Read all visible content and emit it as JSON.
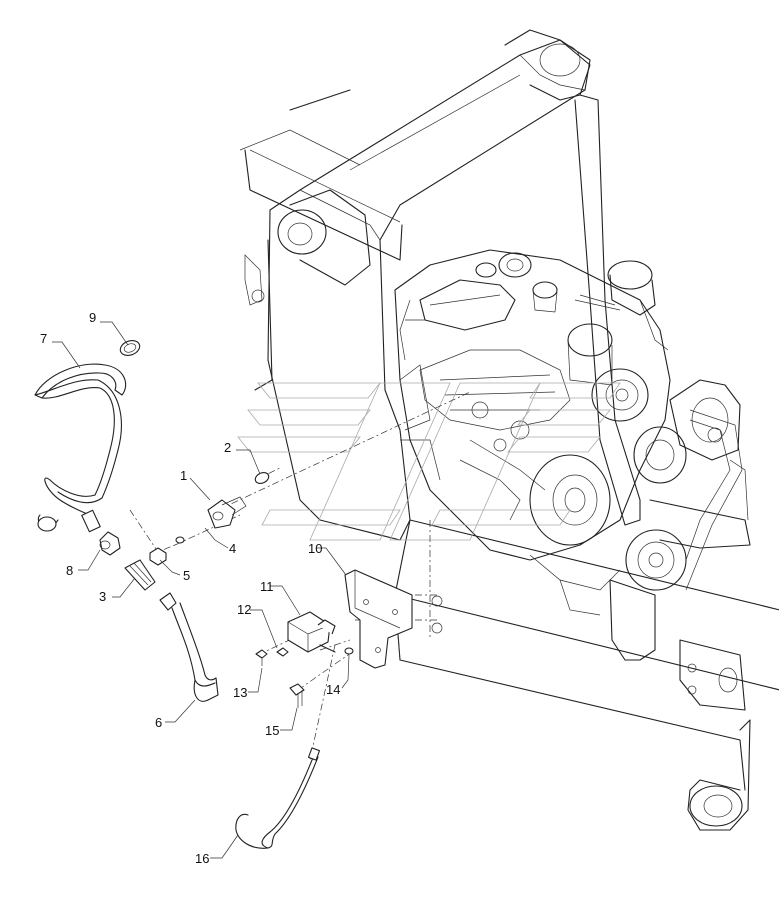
{
  "callouts": [
    {
      "id": "1",
      "label": "1"
    },
    {
      "id": "2",
      "label": "2"
    },
    {
      "id": "3",
      "label": "3"
    },
    {
      "id": "4",
      "label": "4"
    },
    {
      "id": "5",
      "label": "5"
    },
    {
      "id": "6",
      "label": "6"
    },
    {
      "id": "7",
      "label": "7"
    },
    {
      "id": "8",
      "label": "8"
    },
    {
      "id": "9",
      "label": "9"
    },
    {
      "id": "10",
      "label": "10"
    },
    {
      "id": "11",
      "label": "11"
    },
    {
      "id": "12",
      "label": "12"
    },
    {
      "id": "13",
      "label": "13"
    },
    {
      "id": "14",
      "label": "14"
    },
    {
      "id": "15",
      "label": "15"
    },
    {
      "id": "16",
      "label": "16"
    }
  ],
  "colors": {
    "line": "#222222",
    "background": "#ffffff",
    "watermark": "#aaaaaa"
  }
}
